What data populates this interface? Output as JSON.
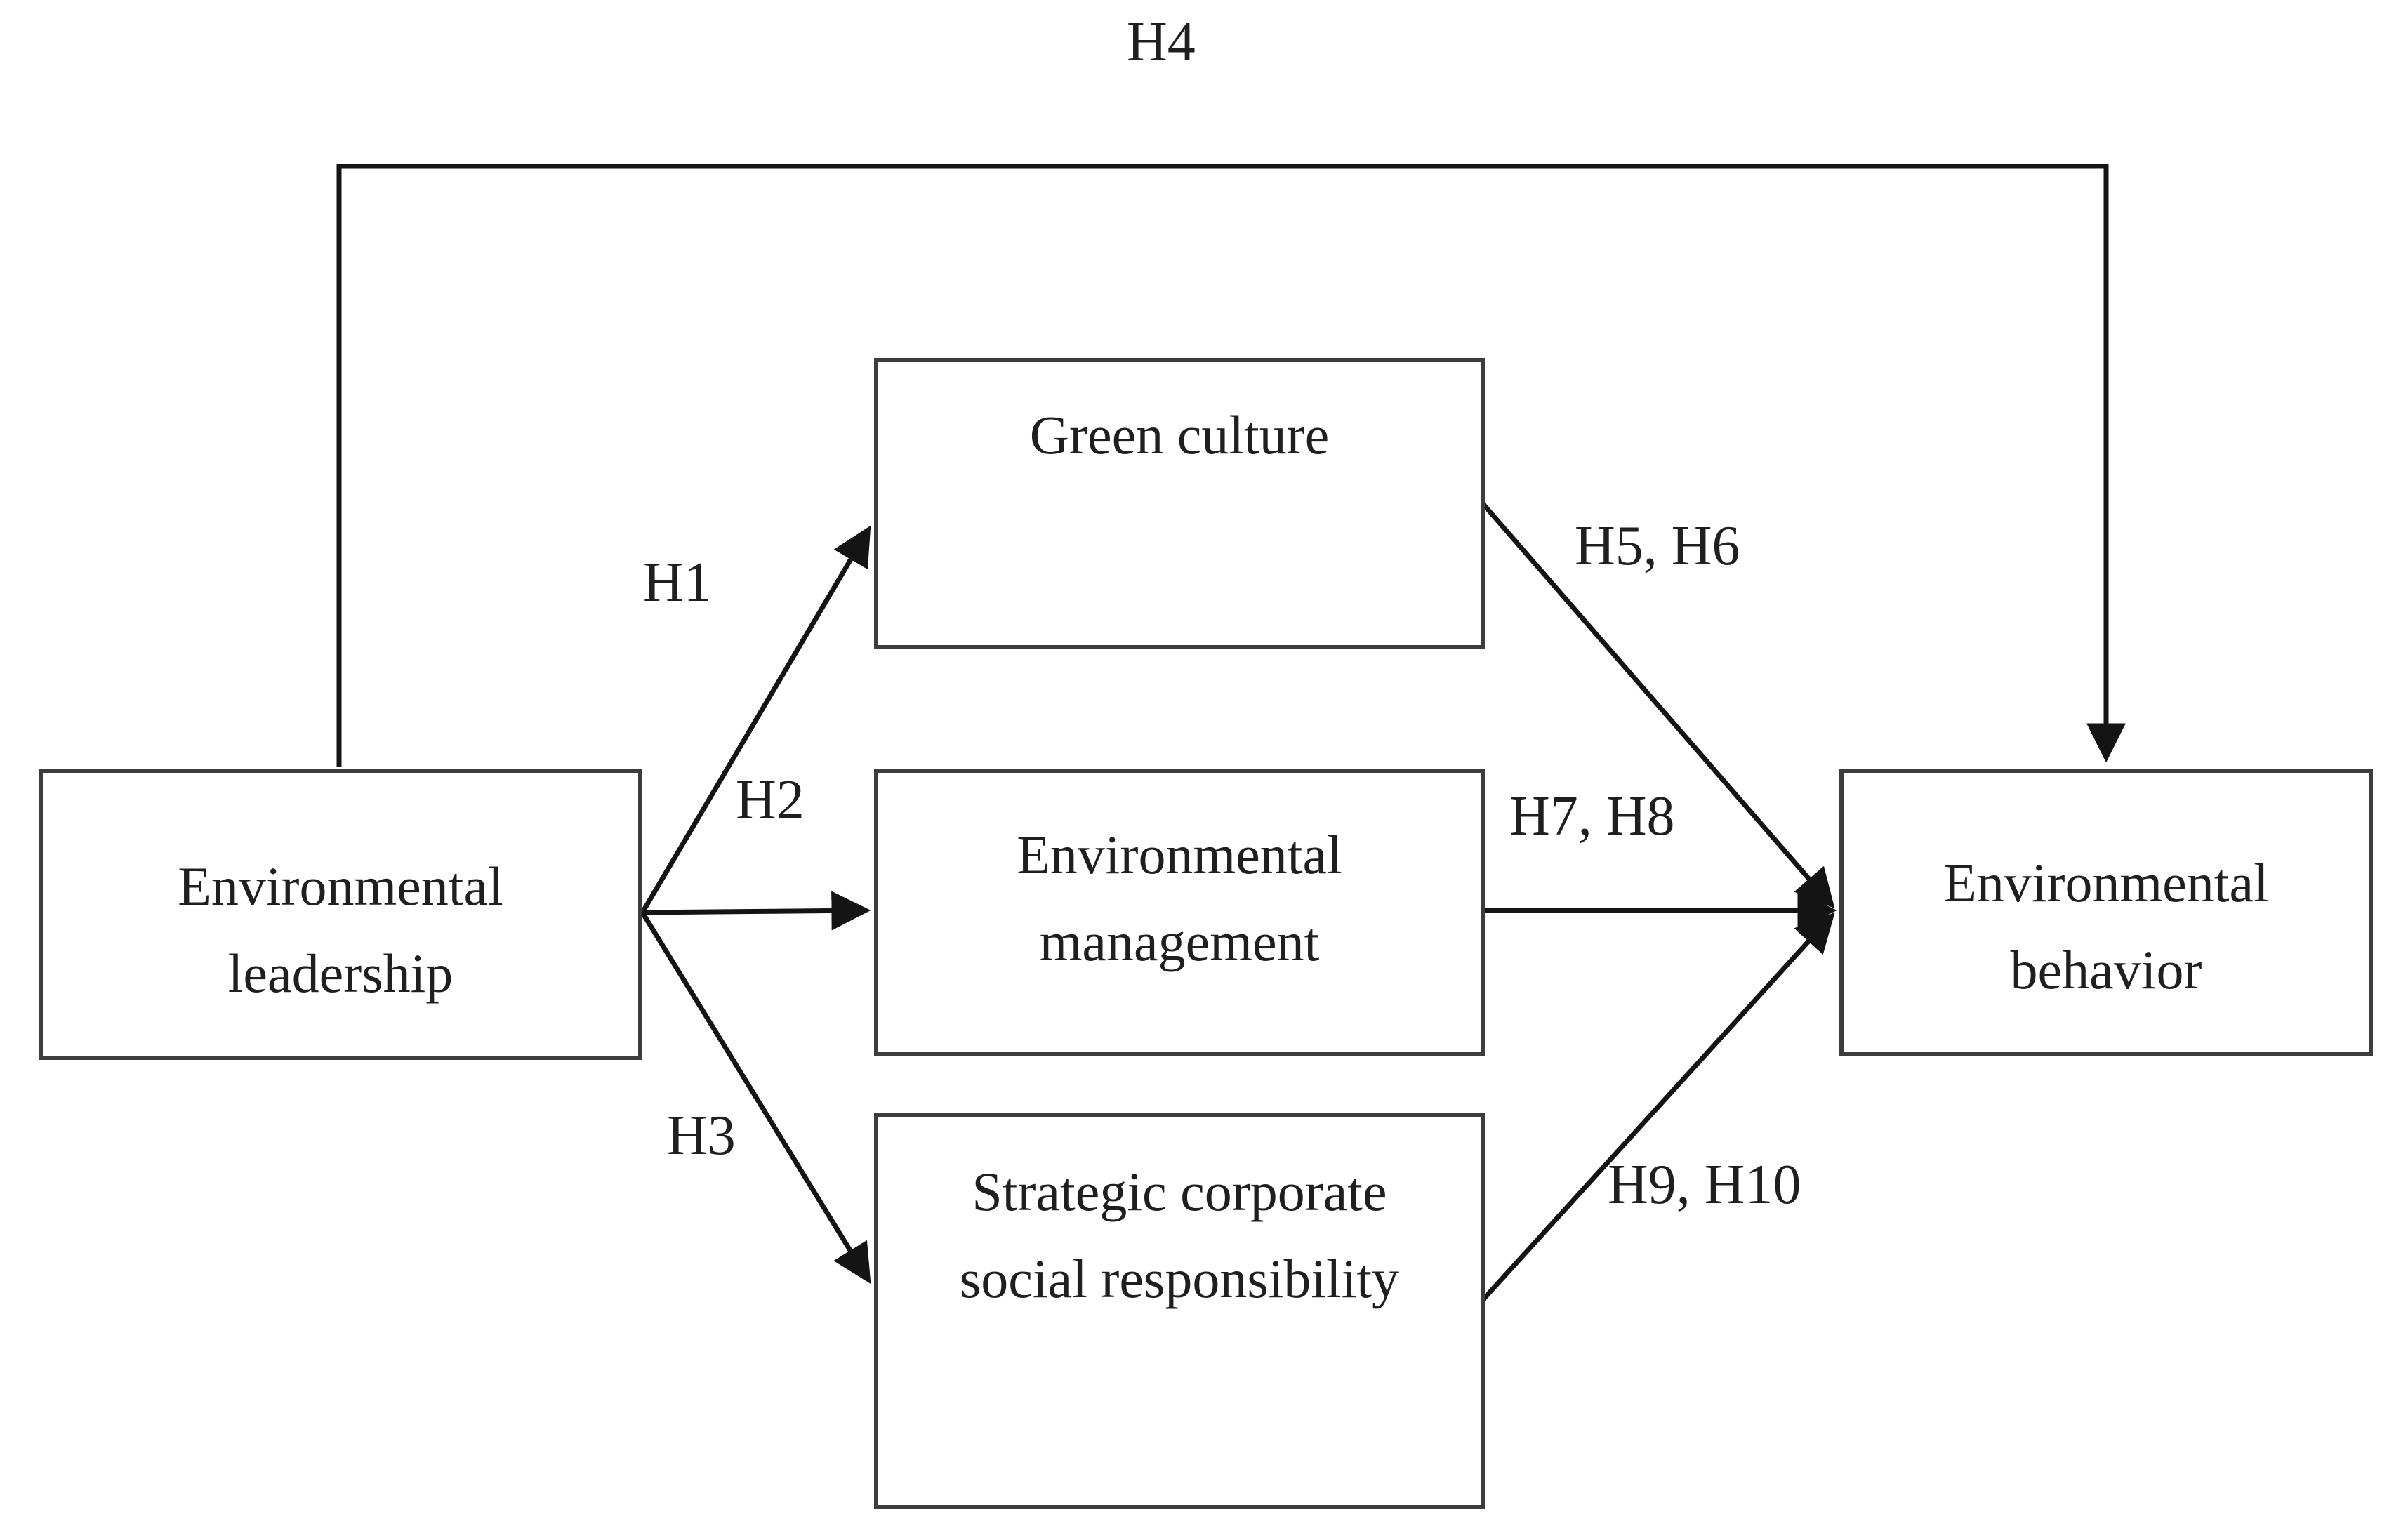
{
  "nodes": {
    "environmental_leadership": {
      "lines": [
        "Environmental",
        "leadership"
      ]
    },
    "green_culture": {
      "lines": [
        "Green culture"
      ]
    },
    "environmental_management": {
      "lines": [
        "Environmental",
        "management"
      ]
    },
    "strategic_csr": {
      "lines": [
        "Strategic corporate",
        "social responsibility"
      ]
    },
    "environmental_behavior": {
      "lines": [
        "Environmental",
        "behavior"
      ]
    }
  },
  "edges": [
    {
      "id": "H1",
      "label": "H1",
      "from": "environmental_leadership",
      "to": "green_culture"
    },
    {
      "id": "H2",
      "label": "H2",
      "from": "environmental_leadership",
      "to": "environmental_management"
    },
    {
      "id": "H3",
      "label": "H3",
      "from": "environmental_leadership",
      "to": "strategic_csr"
    },
    {
      "id": "H4",
      "label": "H4",
      "from": "environmental_leadership",
      "to": "environmental_behavior"
    },
    {
      "id": "H5_H6",
      "label": "H5, H6",
      "from": "green_culture",
      "to": "environmental_behavior"
    },
    {
      "id": "H7_H8",
      "label": "H7, H8",
      "from": "environmental_management",
      "to": "environmental_behavior"
    },
    {
      "id": "H9_H10",
      "label": "H9, H10",
      "from": "strategic_csr",
      "to": "environmental_behavior"
    }
  ],
  "colors": {
    "ink": "#141414",
    "box_border": "#3d3d3d",
    "background": "#ffffff"
  }
}
